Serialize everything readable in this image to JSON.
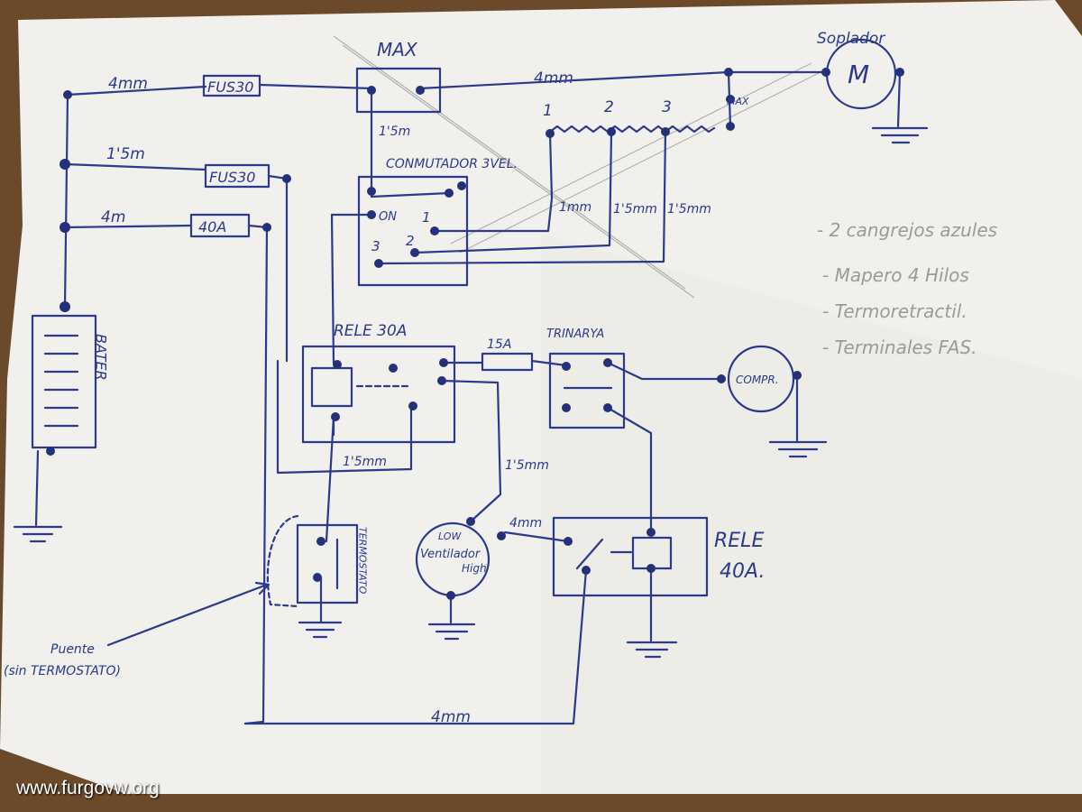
{
  "labels": {
    "max": "MAX",
    "soplador": "Soplador",
    "motor": "M",
    "wire_4mm_top_left": "4mm",
    "fus30_top": "FUS30",
    "wire_4mm_top_right": "4mm",
    "max_small": "MAX",
    "pos1": "1",
    "pos2": "2",
    "pos3": "3",
    "wire_15mm_left": "1'5m",
    "fus30_mid": "FUS30",
    "conmutador": "CONMUTADOR 3VEL.",
    "wire_15mm_vert": "1'5m",
    "wire_4mm_mid": "4m",
    "fuse_40a": "40A",
    "on": "ON",
    "sw1": "1",
    "sw2": "2",
    "sw3": "3",
    "wire_1mm": "1mm",
    "wire_15mm_a": "1'5mm",
    "wire_15mm_b": "1'5mm",
    "bater": "BATER",
    "rele30a": "RELE 30A",
    "fuse_15a": "15A",
    "trinarya": "TRINARYA",
    "compr": "COMPR.",
    "wire_15mm_rele": "1'5mm",
    "wire_15mm_right": "1'5mm",
    "wire_4mm_vent": "4mm",
    "ventilador_low": "LOW",
    "ventilador": "Ventilador",
    "ventilador_high": "High",
    "termostato": "TERMOSTATO",
    "rele40a_1": "RELE",
    "rele40a_2": "40A.",
    "puente_1": "Puente",
    "puente_2": "(sin TERMOSTATO)",
    "wire_4mm_bottom": "4mm"
  },
  "notes": [
    "- 2 cangrejos azules",
    "- Mapero 4 Hilos",
    "- Termoretractil.",
    "- Terminales FAS."
  ],
  "watermark": "www.furgovw.org",
  "colors": {
    "ink": "#2b3a8c",
    "paper": "#f2f1ee",
    "pencil": "#9a9a9a",
    "background": "#6b4a2c"
  }
}
